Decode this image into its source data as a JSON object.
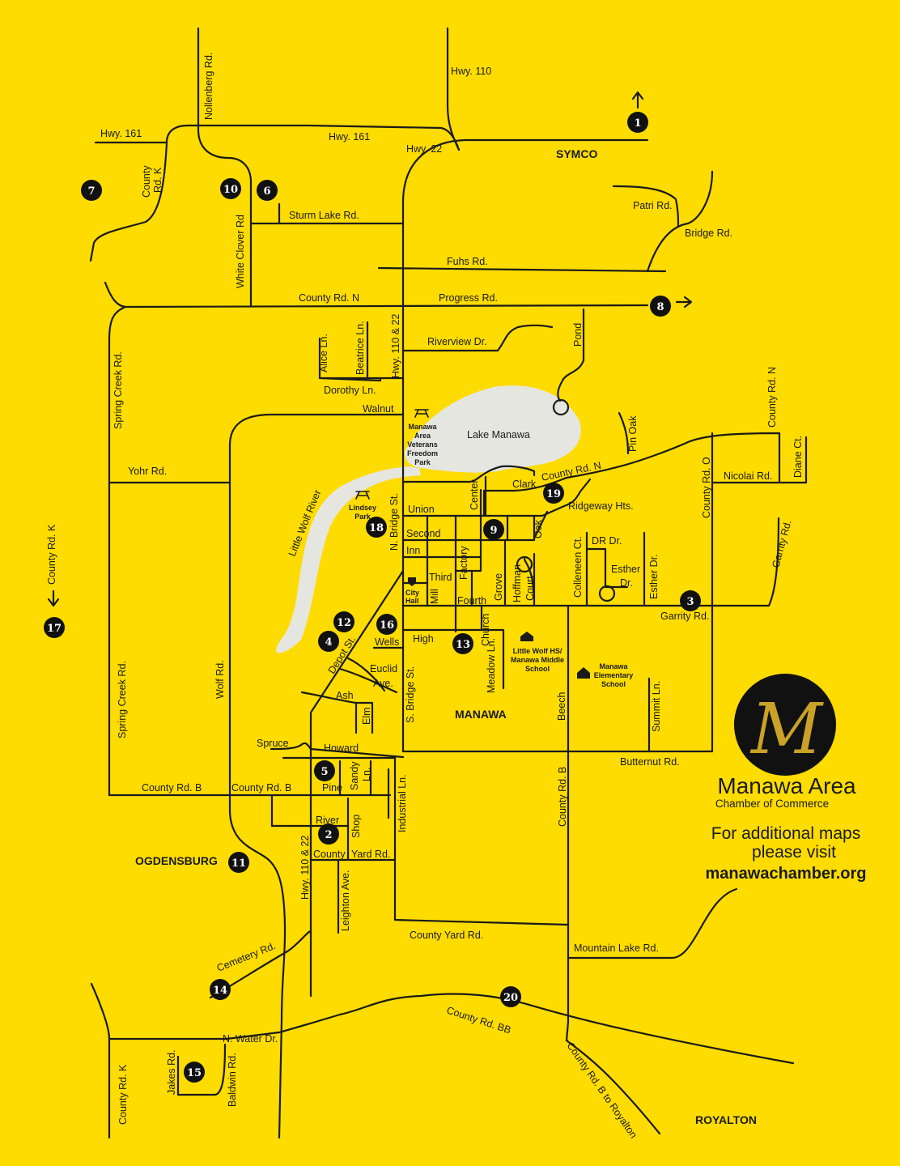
{
  "colors": {
    "background": "#FEDC00",
    "road": "#1a1a1a",
    "water": "#E6E6E1",
    "marker": "#111111",
    "logo_gold": "#C9A227"
  },
  "towns": {
    "symco": "SYMCO",
    "manawa": "MANAWA",
    "ogdensburg": "OGDENSBURG",
    "royalton": "ROYALTON"
  },
  "water": {
    "lake": "Lake Manawa",
    "river": "Little Wolf River"
  },
  "roads": {
    "hwy110_top": "Hwy. 110",
    "hwy161_a": "Hwy. 161",
    "hwy161_b": "Hwy. 161",
    "hwy22": "Hwy. 22",
    "nollenberg": "Nollenberg Rd.",
    "county_k_top": "County Rd. K",
    "white_clover": "White Clover Rd",
    "sturm_lake": "Sturm Lake Rd.",
    "patri": "Patri Rd.",
    "bridge_rd": "Bridge Rd.",
    "fuhs": "Fuhs Rd.",
    "county_n": "County Rd. N",
    "progress": "Progress Rd.",
    "alice": "Alice Ln.",
    "beatrice": "Beatrice Ln.",
    "hwy110_22_n": "Hwy. 110 & 22",
    "riverview": "Riverview Dr.",
    "pond": "Pond",
    "dorothy": "Dorothy Ln.",
    "walnut": "Walnut",
    "pin_oak": "Pin Oak",
    "county_n_east": "County Rd. N",
    "spring_creek_n": "Spring Creek Rd.",
    "yohr": "Yohr Rd.",
    "county_n_lake": "County Rd. N",
    "clark": "Clark",
    "center": "Center",
    "nicolai": "Nicolai Rd.",
    "diane": "Diane Ct.",
    "county_o": "County Rd. O",
    "union": "Union",
    "n_bridge": "N. Bridge St.",
    "ridgeway": "Ridgeway Hts.",
    "second": "Second",
    "oak": "Oak",
    "inn": "Inn",
    "factory": "Factory",
    "dr_dr": "DR Dr.",
    "esther_a": "Esther",
    "esther_b": "Dr.",
    "esther_dr": "Esther Dr.",
    "colleneen": "Colleneen Ct.",
    "garrity": "Garrity Rd.",
    "third": "Third",
    "grove": "Grove",
    "hoffman": "Hoffman",
    "court": "Court",
    "mill": "Mill",
    "fourth": "Fourth",
    "garrity_rd": "Garrity Rd.",
    "county_k_west": "County Rd. K",
    "depot": "Depot St.",
    "wells": "Wells",
    "high": "High",
    "church": "Church",
    "meadow": "Meadow Ln.",
    "euclid": "Euclid",
    "ave": "Ave.",
    "wolf": "Wolf Rd.",
    "spring_creek_s": "Spring Creek Rd.",
    "ash": "Ash",
    "elm": "Elm",
    "s_bridge": "S. Bridge St.",
    "beech": "Beech",
    "summit": "Summit Ln.",
    "spruce": "Spruce",
    "howard": "Howard",
    "butternut": "Butternut Rd.",
    "sandy": "Sandy",
    "ln": "Ln.",
    "industrial": "Industrial Ln.",
    "county_b_a": "County Rd. B",
    "county_b_b": "County Rd. B",
    "pine": "Pine",
    "county_b_n": "County Rd. B",
    "river": "River",
    "shop": "Shop",
    "county_yard_a": "County",
    "county_yard_b": "Yard Rd.",
    "hwy110_22_s": "Hwy. 110 & 22",
    "leighton": "Leighton Ave.",
    "county_yard": "County Yard Rd.",
    "mountain_lake": "Mountain Lake Rd.",
    "cemetery": "Cemetery Rd.",
    "county_bb": "County Rd. BB",
    "n_water": "N. Water Dr.",
    "jakes": "Jakes Rd.",
    "baldwin": "Baldwin Rd.",
    "county_k_sw": "County Rd. K",
    "county_b_royalton": "County Rd. B to Royalton"
  },
  "places": {
    "veterans_park": [
      "Manawa",
      "Area",
      "Veterans",
      "Freedom",
      "Park"
    ],
    "lindsey_park": [
      "Lindsey",
      "Park"
    ],
    "city_hall": [
      "City",
      "Hall"
    ],
    "high_school": [
      "Little Wolf HS/",
      "Manawa Middle",
      "School"
    ],
    "elementary": [
      "Manawa",
      "Elementary",
      "School"
    ]
  },
  "markers": [
    "1",
    "2",
    "3",
    "4",
    "5",
    "6",
    "7",
    "8",
    "9",
    "10",
    "11",
    "12",
    "13",
    "14",
    "15",
    "16",
    "17",
    "18",
    "19",
    "20"
  ],
  "logo": {
    "letter": "M",
    "name": "Manawa Area",
    "subtitle": "Chamber of Commerce"
  },
  "info": {
    "line1": "For additional maps",
    "line2": "please visit",
    "url": "manawachamber.org"
  }
}
